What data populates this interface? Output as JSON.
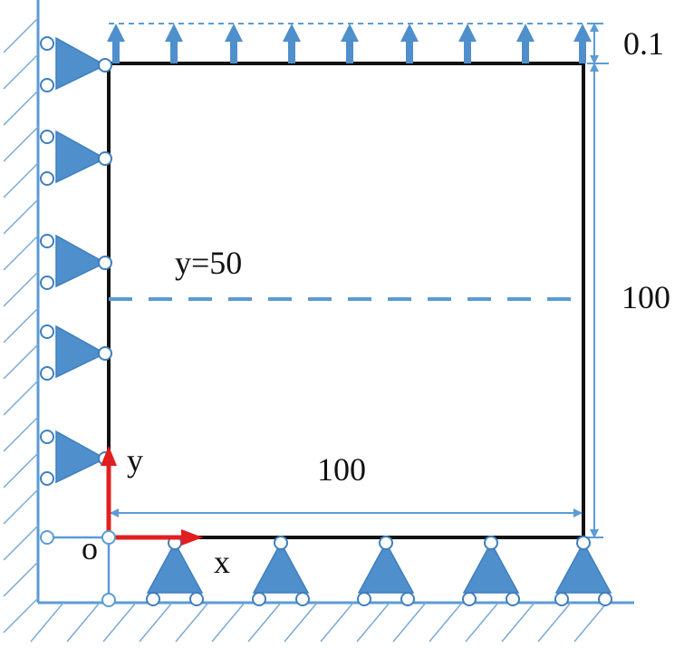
{
  "labels": {
    "top_dimension": "0.1",
    "right_dimension": "100",
    "bottom_dimension": "100",
    "centerline": "y=50",
    "y_axis": "y",
    "x_axis": "x",
    "origin": "o"
  },
  "colors": {
    "support_blue": "#4f8fcc",
    "support_stroke": "#3f7fbf",
    "axis_red": "#e02020",
    "plate_black": "#111111",
    "dimension_blue": "#5b9bd5"
  }
}
